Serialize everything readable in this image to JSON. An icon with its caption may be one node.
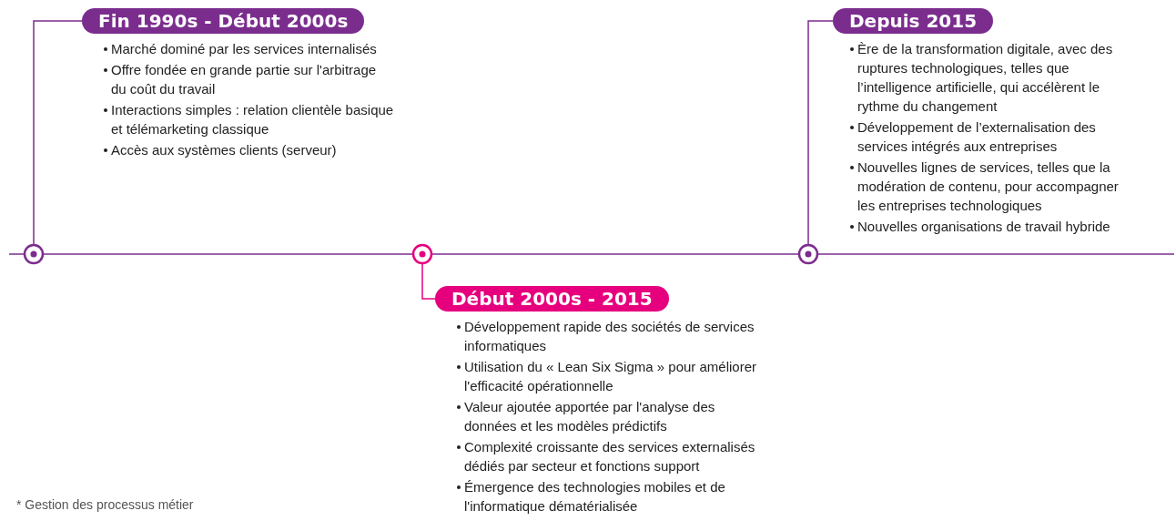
{
  "diagram": {
    "nodes": [
      {
        "text": [
          "Fin 1990s - Début 2000s"
        ],
        "beside": [
          "Marché dominé par les services internalisés",
          "Offre fondée en grande partie sur l'arbitrage du coût du travail",
          "Interactions simples : relation clientèle basique et télémarketing classique",
          "Accès aux systèmes clients (serveur)"
        ]
      },
      {
        "text": [
          "Depuis 2015"
        ],
        "beside": [
          "Ère de la transformation digitale, avec des ruptures technologiques, telles que l’intelligence artificielle, qui accélèrent le rythme du changement",
          "Développement de l’externalisation des services intégrés aux entreprises",
          "Nouvelles lignes de services, telles que la modération de contenu, pour accompagner les entreprises technologiques",
          "Nouvelles organisations de travail hybride"
        ]
      },
      {
        "text": [],
        "shape": "circle"
      },
      {
        "text": [],
        "shape": "circle"
      },
      {
        "text": [],
        "shape": "circle"
      },
      {
        "text": [
          "Début 2000s - 2015"
        ],
        "beside": [
          "Développement rapide des sociétés de services informatiques",
          "Utilisation du « Lean Six Sigma » pour améliorer l'efficacité opérationnelle",
          "Valeur ajoutée apportée par l'analyse des données et les modèles prédictifs",
          "Complexité croissante des services externalisés dédiés par secteur et fonctions support",
          "Émergence des technologies mobiles et de l'informatique dématérialisée"
        ]
      }
    ],
    "edges": [
      {
        "from": 2,
        "to": 0,
        "arrow": "none"
      },
      {
        "from": 4,
        "to": 1,
        "arrow": "none"
      },
      {
        "from": 3,
        "to": 5,
        "arrow": "none",
        "color": "#e6007e"
      }
    ],
    "labels": [
      "* Gestion des processus métier"
    ]
  }
}
